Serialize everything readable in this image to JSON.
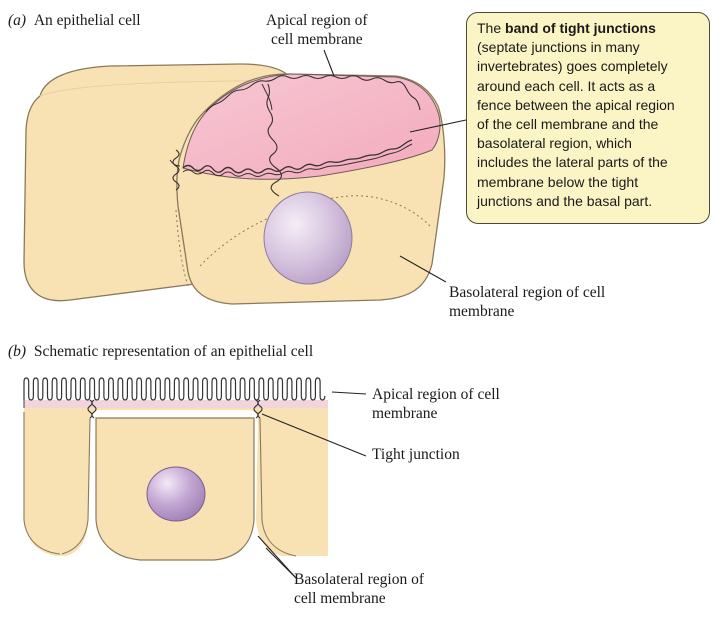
{
  "panel_a": {
    "letter": "(a)",
    "title": "An epithelial cell",
    "label_apical_line1": "Apical region of",
    "label_apical_line2": "cell membrane",
    "label_basolateral_line1": "Basolateral region of cell",
    "label_basolateral_line2": "membrane",
    "callout": {
      "lead": "The ",
      "bold": "band of tight junctions",
      "lines": [
        "(septate junctions in many",
        "invertebrates) goes completely",
        "around each cell. It acts as a",
        "fence between the apical region",
        "of the cell membrane and the",
        "basolateral region, which",
        "includes the lateral parts of the",
        "membrane below the tight",
        "junctions and the basal part."
      ]
    }
  },
  "panel_b": {
    "letter": "(b)",
    "title": "Schematic representation of an epithelial cell",
    "label_apical_line1": "Apical region of cell",
    "label_apical_line2": "membrane",
    "label_tight": "Tight junction",
    "label_basolateral_line1": "Basolateral region of",
    "label_basolateral_line2": "cell membrane"
  },
  "colors": {
    "cell_fill": "#f8e2b4",
    "cell_outline": "#8a7a5a",
    "apical_fill": "#f5b8c8",
    "nucleus_fill": "#c9b4d6",
    "callout_fill": "#fbf4c5"
  }
}
